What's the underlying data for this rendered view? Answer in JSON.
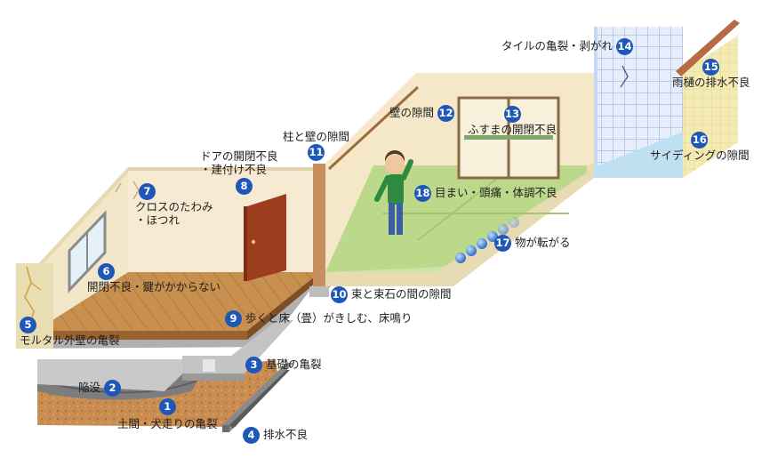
{
  "diagram": {
    "callouts": [
      {
        "num": "1",
        "text": "土間・犬走りの亀裂"
      },
      {
        "num": "2",
        "text": "陥没"
      },
      {
        "num": "3",
        "text": "基礎の亀裂"
      },
      {
        "num": "4",
        "text": "排水不良"
      },
      {
        "num": "5",
        "text": "モルタル外壁の亀裂"
      },
      {
        "num": "6",
        "text": "開閉不良・鍵がかからない"
      },
      {
        "num": "7",
        "text_line1": "クロスのたわみ",
        "text_line2": "・ほつれ"
      },
      {
        "num": "8",
        "text_line1": "ドアの開閉不良",
        "text_line2": "・建付け不良"
      },
      {
        "num": "9",
        "text": "歩くと床（畳）がきしむ、床鳴り"
      },
      {
        "num": "10",
        "text": "束と束石の間の隙間"
      },
      {
        "num": "11",
        "text": "柱と壁の隙間"
      },
      {
        "num": "12",
        "text": "壁の隙間"
      },
      {
        "num": "13",
        "text": "ふすまの開閉不良"
      },
      {
        "num": "14",
        "text": "タイルの亀裂・剥がれ"
      },
      {
        "num": "15",
        "text": "雨樋の排水不良"
      },
      {
        "num": "16",
        "text": "サイディングの隙間"
      },
      {
        "num": "17",
        "text": "物が転がる"
      },
      {
        "num": "18",
        "text": "目まい・頭痛・体調不良"
      }
    ]
  }
}
